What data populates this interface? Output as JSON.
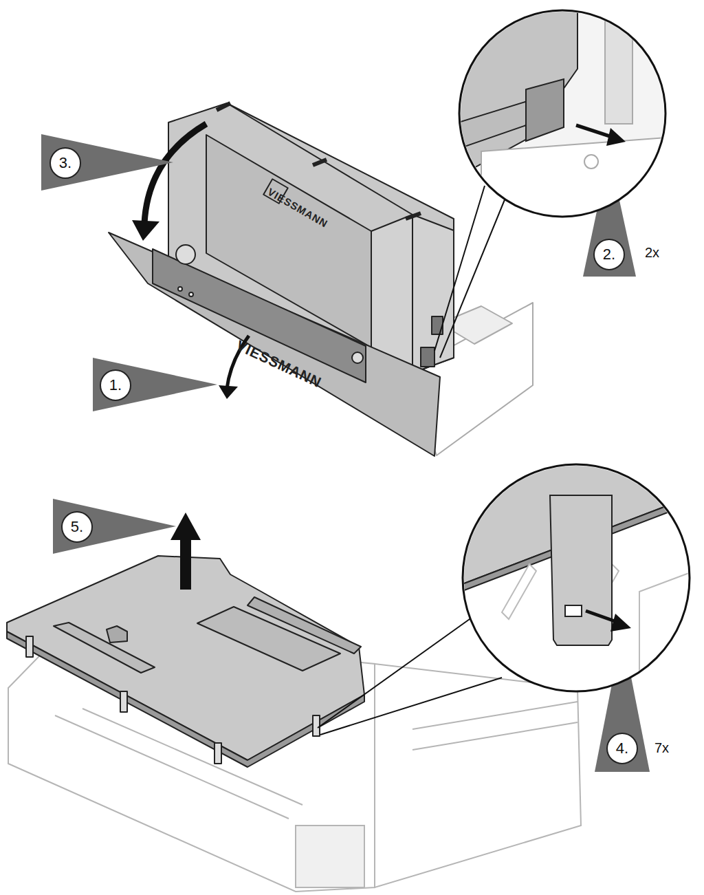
{
  "diagram": {
    "nodes": [
      {
        "text": [
          "3."
        ]
      },
      {
        "text": [
          "2."
        ]
      },
      {
        "text": [
          "1."
        ]
      },
      {
        "text": [
          "5."
        ]
      },
      {
        "text": [
          "4."
        ]
      }
    ],
    "labels": [
      "VIESSMANN",
      "VIESSMANN",
      "2x",
      "7x"
    ]
  }
}
